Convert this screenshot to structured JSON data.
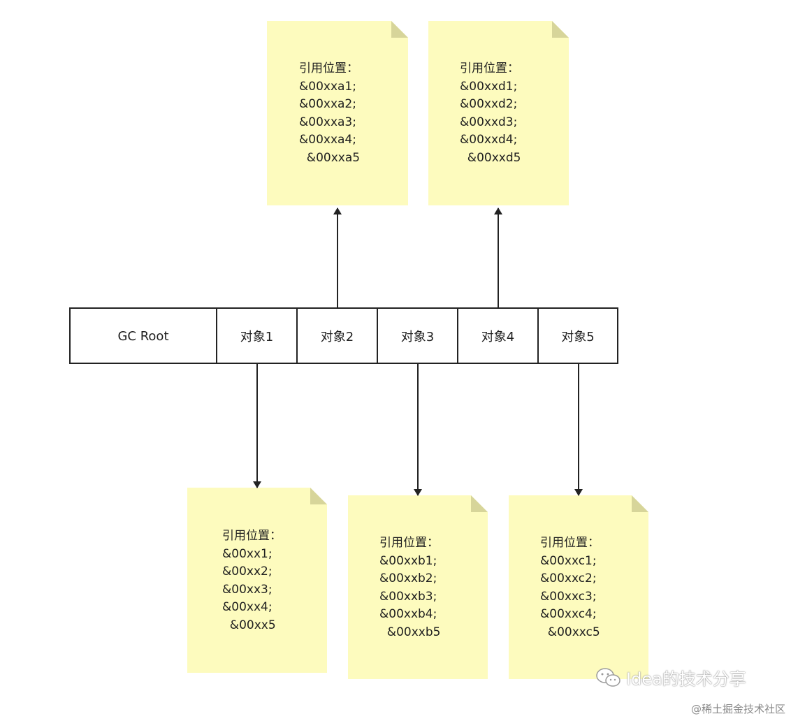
{
  "colors": {
    "note_fill": "#fdfbbe",
    "note_fold": "#d7d59a",
    "line": "#222222"
  },
  "row": {
    "root_label": "GC Root",
    "objects": [
      "对象1",
      "对象2",
      "对象3",
      "对象4",
      "对象5"
    ]
  },
  "notes": {
    "top_a": {
      "title": "引用位置：",
      "lines": [
        "&00xxa1;",
        "&00xxa2;",
        "&00xxa3;",
        "&00xxa4;",
        "  &00xxa5"
      ]
    },
    "top_d": {
      "title": "引用位置：",
      "lines": [
        "&00xxd1;",
        "&00xxd2;",
        "&00xxd3;",
        "&00xxd4;",
        "  &00xxd5"
      ]
    },
    "bottom_1": {
      "title": "引用位置：",
      "lines": [
        "&00xx1;",
        "&00xx2;",
        "&00xx3;",
        "&00xx4;",
        "  &00xx5"
      ]
    },
    "bottom_b": {
      "title": "引用位置：",
      "lines": [
        "&00xxb1;",
        "&00xxb2;",
        "&00xxb3;",
        "&00xxb4;",
        "  &00xxb5"
      ]
    },
    "bottom_c": {
      "title": "引用位置：",
      "lines": [
        "&00xxc1;",
        "&00xxc2;",
        "&00xxc3;",
        "&00xxc4;",
        "  &00xxc5"
      ]
    }
  },
  "watermark": {
    "text": "Idea的技术分享",
    "icon": "wechat-icon"
  },
  "footer": {
    "credit": "@稀土掘金技术社区"
  }
}
